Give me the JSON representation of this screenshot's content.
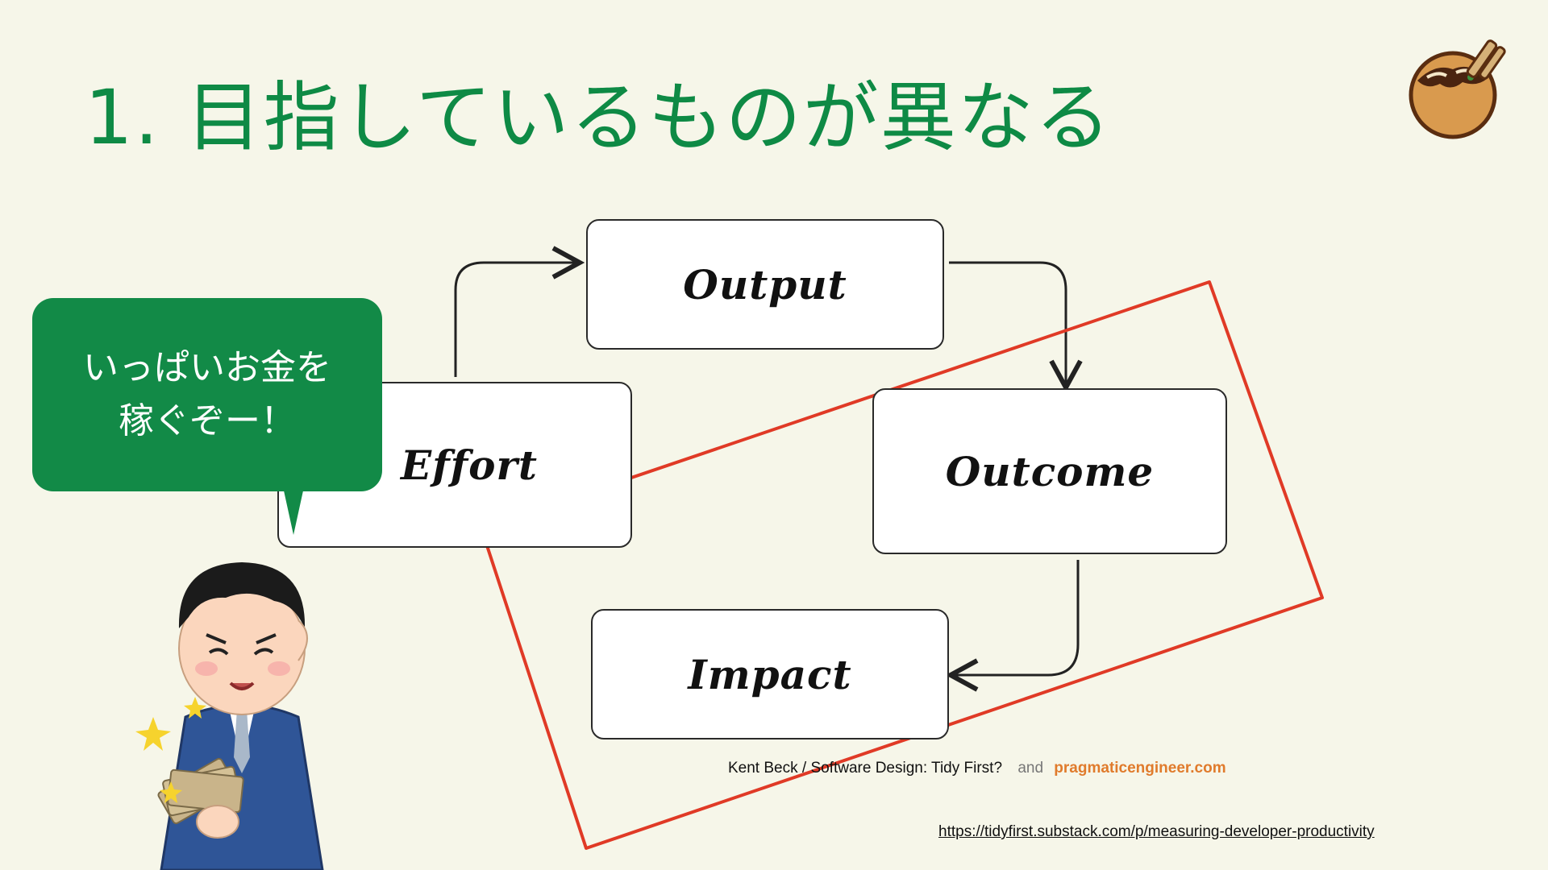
{
  "slide": {
    "title": "1. 目指しているものが異なる"
  },
  "diagram": {
    "boxes": {
      "output": "Output",
      "effort": "Effort",
      "outcome": "Outcome",
      "impact": "Impact"
    }
  },
  "speech_bubble": {
    "line1": "いっぱいお金を",
    "line2": "稼ぐぞー！"
  },
  "credit": {
    "source": "Kent Beck / Software Design: Tidy First?",
    "and": "and",
    "site": "pragmaticengineer.com"
  },
  "link": {
    "url": "https://tidyfirst.substack.com/p/measuring-developer-productivity"
  },
  "colors": {
    "background": "#f6f6e9",
    "title": "#0e8a45",
    "bubble": "#128a47",
    "highlight": "#e03a26",
    "site": "#e07b2c"
  },
  "icons": [
    "takoyaki-logo-icon",
    "businessman-with-money-illustration",
    "sparkle-icon"
  ]
}
